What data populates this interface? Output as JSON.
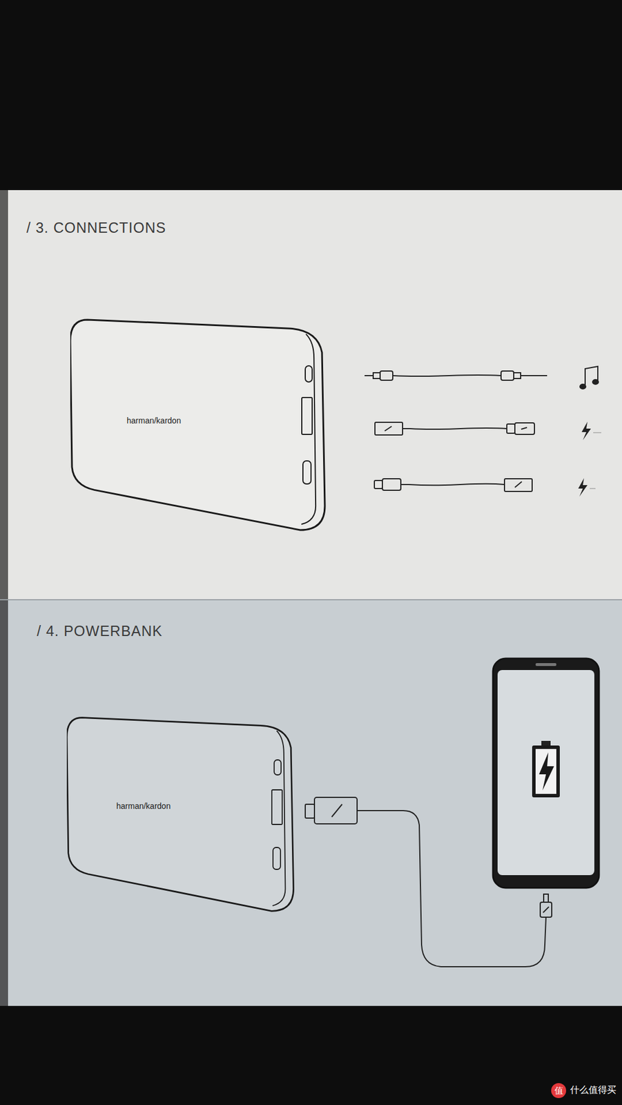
{
  "diagram": {
    "nodes": [
      {
        "text": [
          "harman/kardon"
        ]
      },
      {
        "text": [
          "harman/kardon"
        ]
      }
    ],
    "labels": [
      "/ 3. CONNECTIONS",
      "/ 4. POWERBANK",
      "值",
      "什么值得买"
    ]
  }
}
